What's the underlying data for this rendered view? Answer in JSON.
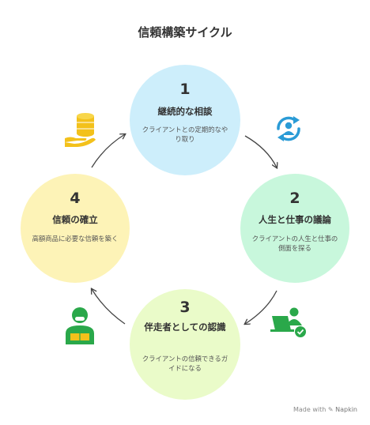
{
  "title": "信頼構築サイクル",
  "steps": [
    {
      "number": "1",
      "heading": "継続的な相談",
      "description": "クライアントとの定期的なやり取り"
    },
    {
      "number": "2",
      "heading": "人生と仕事の議論",
      "description": "クライアントの人生と仕事の側面を探る"
    },
    {
      "number": "3",
      "heading": "伴走者としての認識",
      "description": "クライアントの信頼できるガイドになる"
    },
    {
      "number": "4",
      "heading": "信頼の確立",
      "description": "高額商品に必要な信頼を築く"
    }
  ],
  "icons": [
    "refresh-user-icon",
    "laptop-user-icon",
    "helper-person-icon",
    "coins-hand-icon"
  ],
  "colors": {
    "step1": "#cdeefb",
    "step2": "#c8f7dc",
    "step3": "#eafbc9",
    "step4": "#fdf3b7",
    "icon_blue": "#2a9bd6",
    "icon_green": "#2aa84a",
    "icon_yellow": "#f3c11b"
  },
  "footer": {
    "made_with": "Made with",
    "brand": "Napkin"
  }
}
